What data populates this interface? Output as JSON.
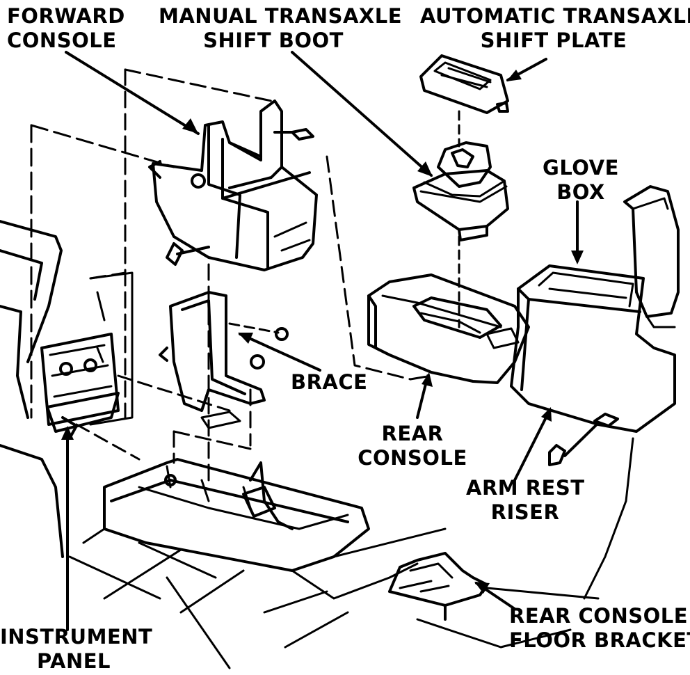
{
  "labels": {
    "forward_console": [
      "FORWARD",
      "CONSOLE"
    ],
    "manual_boot": [
      "MANUAL TRANSAXLE",
      "SHIFT BOOT"
    ],
    "auto_plate": [
      "AUTOMATIC TRANSAXLE",
      "SHIFT PLATE"
    ],
    "glove_box": [
      "GLOVE",
      "BOX"
    ],
    "brace": [
      "BRACE"
    ],
    "rear_console": [
      "REAR",
      "CONSOLE"
    ],
    "arm_rest_riser": [
      "ARM REST",
      "RISER"
    ],
    "instrument_panel": [
      "INSTRUMENT",
      "PANEL"
    ],
    "rear_floor_bracket": [
      "REAR CONSOLE",
      "FLOOR BRACKET"
    ]
  },
  "colors": {
    "ink": "#000000",
    "paper": "#ffffff"
  }
}
